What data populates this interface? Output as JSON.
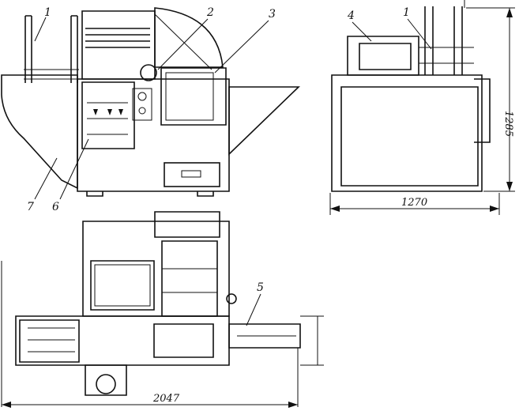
{
  "labels": {
    "l1a": "1",
    "l2": "2",
    "l3": "3",
    "l4": "4",
    "l1b": "1",
    "l5": "5",
    "l6": "6",
    "l7": "7"
  },
  "dimensions": {
    "height": "1285",
    "width_side": "1270",
    "length_top": "2047"
  }
}
